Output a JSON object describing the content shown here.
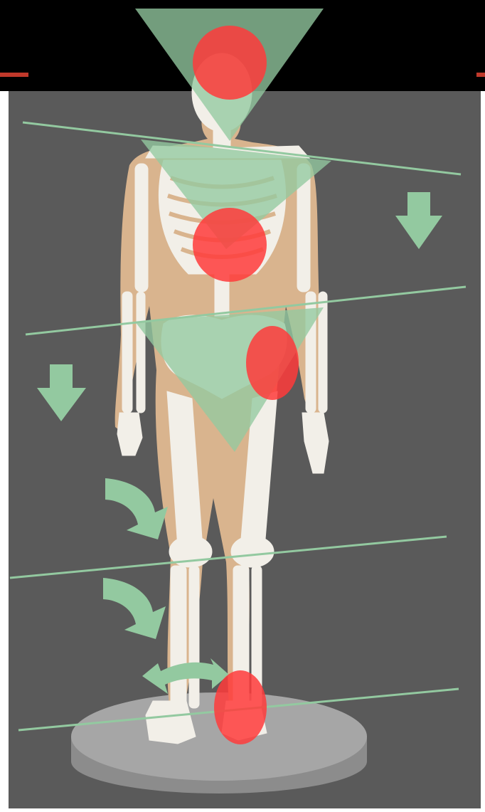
{
  "illustration": {
    "subject": "skeleton-posture-diagram",
    "colors": {
      "background": "#5a5a5a",
      "header_band": "#000000",
      "red_accent": "#c0392b",
      "skin": "#d9b48e",
      "bone": "#f2efe8",
      "guide": "#93c9a0",
      "marker": "#ff3b3b",
      "platform": "#9d9d9d"
    },
    "markers": [
      "head-marker",
      "chest-marker",
      "hip-marker",
      "ankle-marker"
    ],
    "alignment_lines": [
      "shoulder-line",
      "waist-line",
      "knee-line",
      "floor-line"
    ],
    "arrows": [
      "down-arrow-right",
      "down-arrow-left",
      "curved-arrow-thigh",
      "curved-arrow-shin",
      "curved-arrow-ankle"
    ]
  }
}
